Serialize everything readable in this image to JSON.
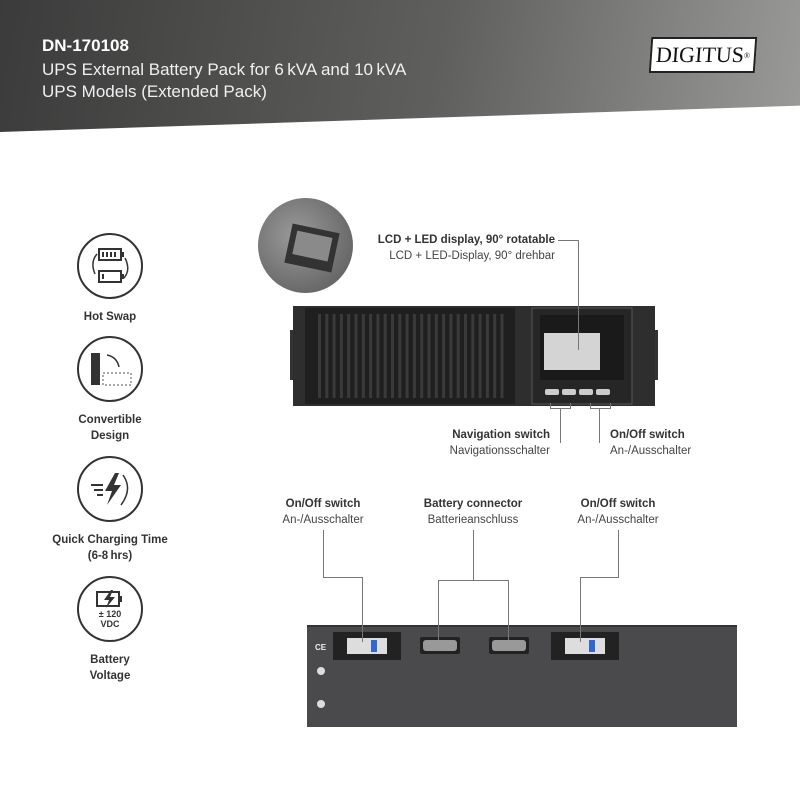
{
  "header": {
    "code": "DN-170108",
    "subtitle_line1": "UPS External Battery Pack for 6 kVA and 10 kVA",
    "subtitle_line2": "UPS Models (Extended Pack)",
    "logo": "DIGITUS"
  },
  "features": [
    {
      "icon": "battery-swap-icon",
      "label": "Hot Swap"
    },
    {
      "icon": "convertible-icon",
      "label_line1": "Convertible",
      "label_line2": "Design"
    },
    {
      "icon": "lightning-charge-icon",
      "label_line1": "Quick Charging Time",
      "label_line2": "(6-8 hrs)"
    },
    {
      "icon": "battery-voltage-icon",
      "icon_text1": "± 120",
      "icon_text2": "VDC",
      "label_line1": "Battery",
      "label_line2": "Voltage"
    }
  ],
  "callouts": {
    "lcd": {
      "en": "LCD + LED display, 90° rotatable",
      "de": "LCD + LED-Display, 90° drehbar"
    },
    "nav": {
      "en": "Navigation switch",
      "de": "Navigationsschalter"
    },
    "onoff_front": {
      "en": "On/Off switch",
      "de": "An-/Ausschalter"
    },
    "onoff_left": {
      "en": "On/Off switch",
      "de": "An-/Ausschalter"
    },
    "battery": {
      "en": "Battery connector",
      "de": "Batterieanschluss"
    },
    "onoff_right": {
      "en": "On/Off switch",
      "de": "An-/Ausschalter"
    }
  },
  "rear": {
    "ce_mark": "CE"
  }
}
